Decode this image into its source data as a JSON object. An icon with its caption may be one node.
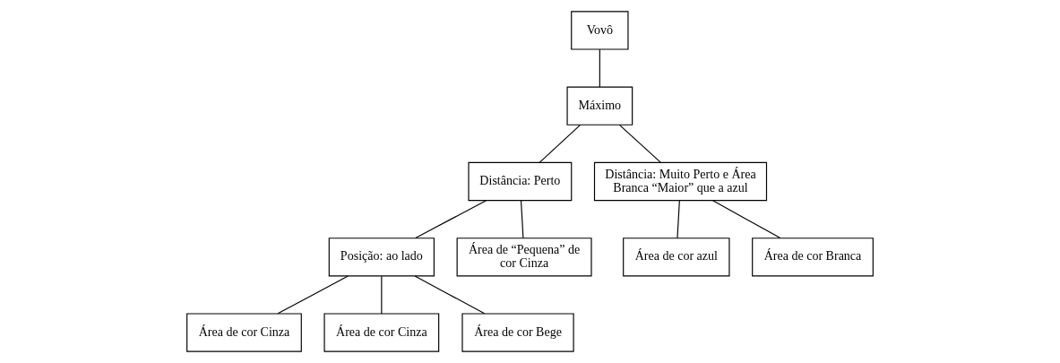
{
  "diagram": {
    "nodes": [
      {
        "text": [
          "Vovô"
        ]
      },
      {
        "text": [
          "Máximo"
        ]
      },
      {
        "text": [
          "Distância: Perto"
        ]
      },
      {
        "text": [
          "Distância: Muito Perto e Área Branca “Maior” que a azul"
        ]
      },
      {
        "text": [
          "Posição: ao lado"
        ]
      },
      {
        "text": [
          "Área de cor azul"
        ]
      },
      {
        "text": [
          "Área de cor Branca"
        ]
      },
      {
        "text": [
          "Área de cor Cinza"
        ]
      },
      {
        "text": [
          "Área de cor Cinza"
        ]
      },
      {
        "text": [
          "Área de cor Bege"
        ]
      },
      {
        "text": [
          "Área de “Pequena” de cor Cinza"
        ]
      }
    ],
    "edges": [
      {
        "from": 0,
        "to": 1,
        "arrow": "none"
      },
      {
        "from": 1,
        "to": 3,
        "arrow": "none"
      },
      {
        "from": 1,
        "to": 2,
        "arrow": "none"
      },
      {
        "from": 2,
        "to": 4,
        "arrow": "none"
      },
      {
        "from": 2,
        "to": 10,
        "arrow": "none"
      },
      {
        "from": 3,
        "to": 5,
        "arrow": "none"
      },
      {
        "from": 3,
        "to": 6,
        "arrow": "none"
      },
      {
        "from": 4,
        "to": 7,
        "arrow": "none"
      },
      {
        "from": 4,
        "to": 8,
        "arrow": "none"
      },
      {
        "from": 4,
        "to": 9,
        "arrow": "none"
      }
    ]
  }
}
